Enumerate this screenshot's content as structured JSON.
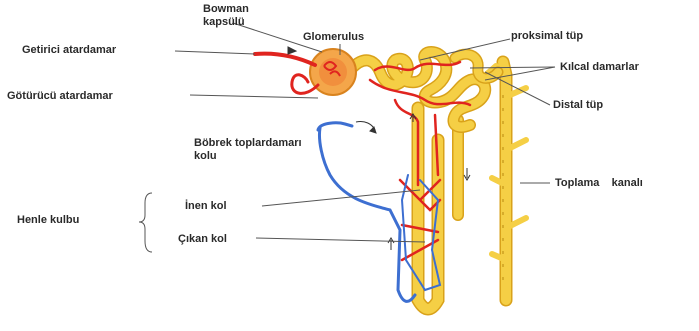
{
  "labels": {
    "bowman": "Bowman kapsülü",
    "glomerulus": "Glomerulus",
    "afferent": "Getirici atardamar",
    "efferent": "Götürücü atardamar",
    "proximal": "proksimal tüp",
    "capillaries": "Kılcal damarlar",
    "distal": "Distal tüp",
    "renal_vein": "Böbrek toplardamarı kolu",
    "descending": "İnen kol",
    "ascending": "Çıkan kol",
    "henle": "Henle kulbu",
    "collecting": "Toplama    kanalı"
  },
  "colors": {
    "tubule": "#f5cf45",
    "tubule_edge": "#d9a21a",
    "artery": "#e0241f",
    "vein": "#3d6fd1",
    "capsule": "#f4a64a",
    "leader": "#555555"
  }
}
